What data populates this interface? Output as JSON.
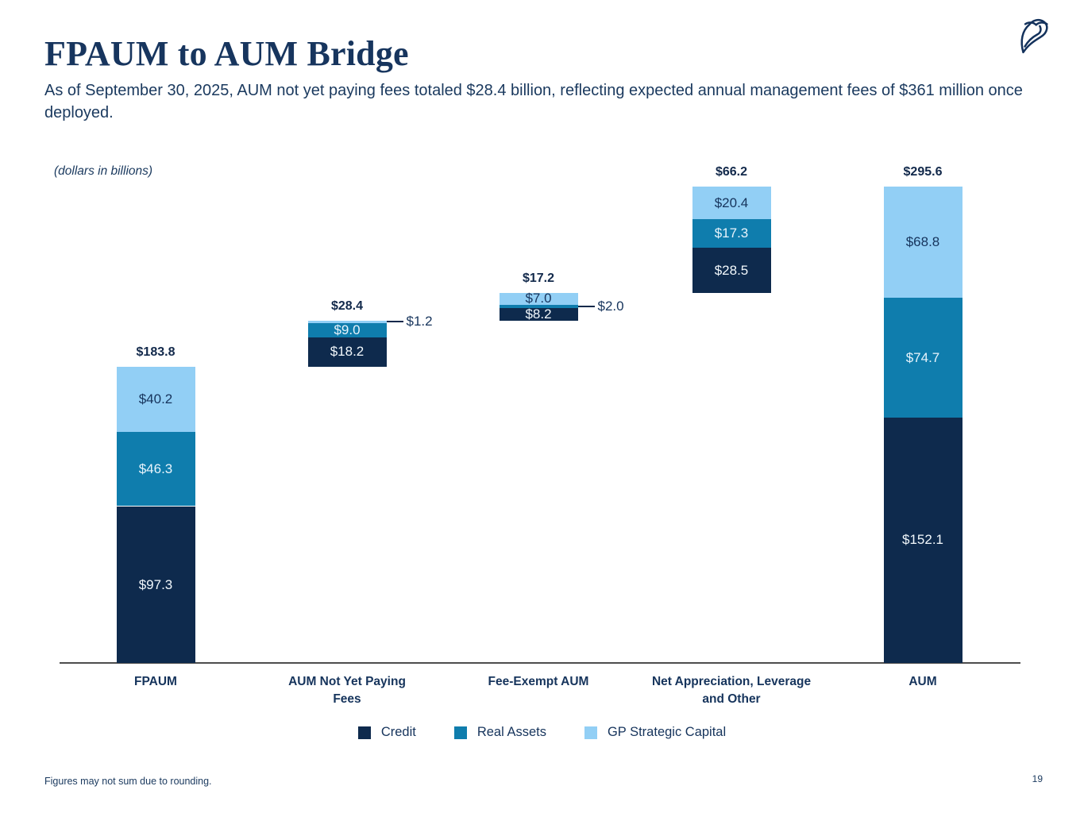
{
  "header": {
    "title": "FPAUM to AUM Bridge",
    "subtitle": "As of September 30, 2025, AUM not yet paying fees totaled $28.4 billion, reflecting expected annual management fees of $361 million once deployed."
  },
  "chart_data": {
    "type": "bar",
    "subtype": "stacked-waterfall-bridge",
    "units_note": "(dollars in billions)",
    "ylim": [
      0,
      310
    ],
    "grid": false,
    "legend_position": "bottom",
    "series": [
      {
        "name": "Credit",
        "color": "#0e2a4d",
        "label_color": "#f2f8fc"
      },
      {
        "name": "Real Assets",
        "color": "#0f7dad",
        "label_color": "#e8f4fc"
      },
      {
        "name": "GP Strategic Capital",
        "color": "#92cff5",
        "label_color": "#16345c"
      }
    ],
    "bars": [
      {
        "category_lines": [
          "FPAUM"
        ],
        "base": 0,
        "total": 183.8,
        "total_label": "$183.8",
        "segments": [
          {
            "series": "Credit",
            "value": 97.3,
            "label": "$97.3"
          },
          {
            "series": "Real Assets",
            "value": 46.3,
            "label": "$46.3"
          },
          {
            "series": "GP Strategic Capital",
            "value": 40.2,
            "label": "$40.2"
          }
        ]
      },
      {
        "category_lines": [
          "AUM Not Yet Paying",
          "Fees"
        ],
        "base": 183.8,
        "total": 28.4,
        "total_label": "$28.4",
        "segments": [
          {
            "series": "Credit",
            "value": 18.2,
            "label": "$18.2"
          },
          {
            "series": "Real Assets",
            "value": 9.0,
            "label": "$9.0"
          },
          {
            "series": "GP Strategic Capital",
            "value": 1.2,
            "label": "$1.2",
            "callout": true
          }
        ]
      },
      {
        "category_lines": [
          "Fee-Exempt AUM"
        ],
        "base": 212.2,
        "total": 17.2,
        "total_label": "$17.2",
        "segments": [
          {
            "series": "Credit",
            "value": 8.2,
            "label": "$8.2"
          },
          {
            "series": "Real Assets",
            "value": 2.0,
            "label": "$2.0",
            "callout": true
          },
          {
            "series": "GP Strategic Capital",
            "value": 7.0,
            "label": "$7.0"
          }
        ]
      },
      {
        "category_lines": [
          "Net Appreciation, Leverage",
          "and Other"
        ],
        "base": 229.4,
        "total": 66.2,
        "total_label": "$66.2",
        "segments": [
          {
            "series": "Credit",
            "value": 28.5,
            "label": "$28.5"
          },
          {
            "series": "Real Assets",
            "value": 17.3,
            "label": "$17.3"
          },
          {
            "series": "GP Strategic Capital",
            "value": 20.4,
            "label": "$20.4"
          }
        ]
      },
      {
        "category_lines": [
          "AUM"
        ],
        "base": 0,
        "total": 295.6,
        "total_label": "$295.6",
        "segments": [
          {
            "series": "Credit",
            "value": 152.1,
            "label": "$152.1"
          },
          {
            "series": "Real Assets",
            "value": 74.7,
            "label": "$74.7"
          },
          {
            "series": "GP Strategic Capital",
            "value": 68.8,
            "label": "$68.8"
          }
        ]
      }
    ]
  },
  "footer": {
    "note": "Figures may not sum due to rounding.",
    "page_number": "19"
  }
}
